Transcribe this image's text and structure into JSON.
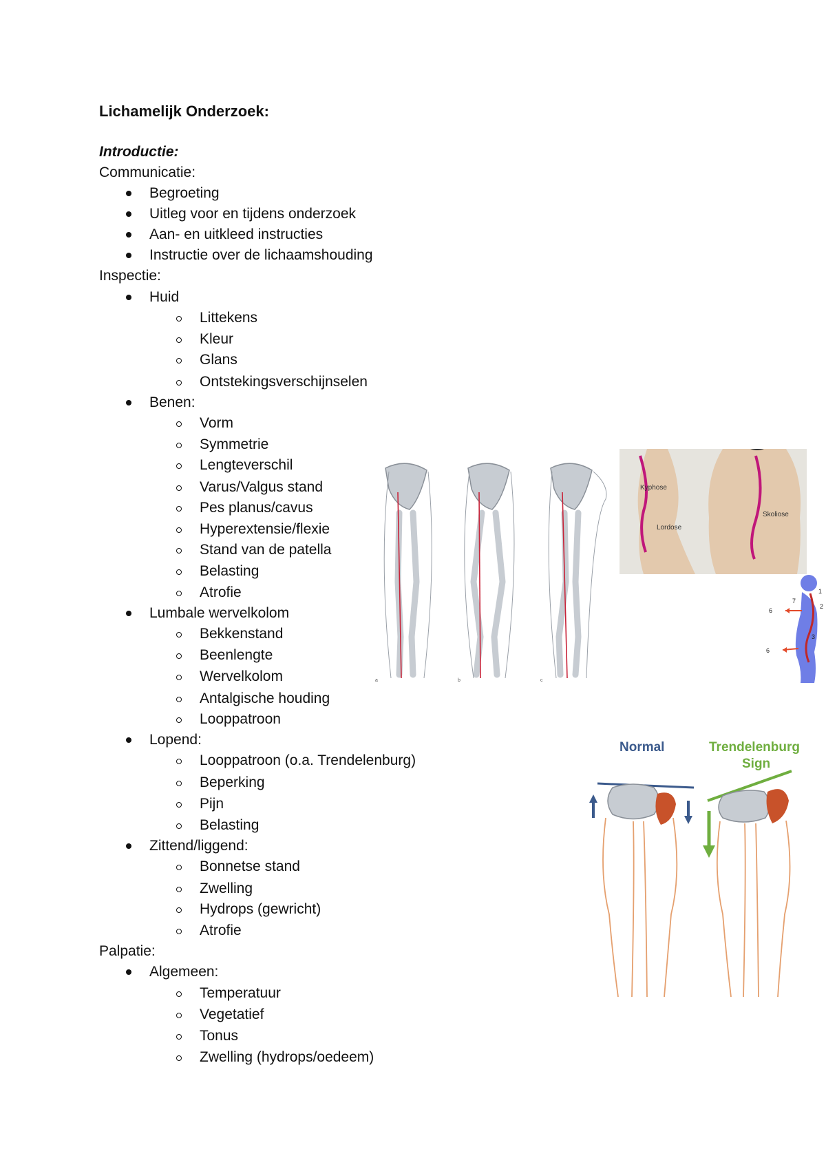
{
  "title": "Lichamelijk Onderzoek:",
  "intro_heading": "Introductie:",
  "communication": {
    "label": "Communicatie:",
    "items": [
      "Begroeting",
      "Uitleg voor en tijdens onderzoek",
      "Aan- en uitkleed instructies",
      "Instructie over de lichaamshouding"
    ]
  },
  "inspection": {
    "label": "Inspectie:",
    "huid": {
      "label": "Huid",
      "items": [
        "Littekens",
        "Kleur",
        "Glans",
        "Ontstekingsverschijnselen"
      ]
    },
    "benen": {
      "label": "Benen:",
      "items": [
        "Vorm",
        "Symmetrie",
        "Lengteverschil",
        "Varus/Valgus stand",
        "Pes planus/cavus",
        "Hyperextensie/flexie",
        "Stand van de patella",
        "Belasting",
        "Atrofie"
      ]
    },
    "lumbaal": {
      "label": "Lumbale wervelkolom",
      "items": [
        "Bekkenstand",
        "Beenlengte",
        "Wervelkolom",
        "Antalgische houding",
        "Looppatroon"
      ]
    },
    "lopend": {
      "label": "Lopend:",
      "items": [
        "Looppatroon (o.a. Trendelenburg)",
        "Beperking",
        "Pijn",
        "Belasting"
      ]
    },
    "zittend": {
      "label": "Zittend/liggend:",
      "items": [
        "Bonnetse stand",
        "Zwelling",
        "Hydrops (gewricht)",
        "Atrofie"
      ]
    }
  },
  "palpation": {
    "label": "Palpatie:",
    "algemeen": {
      "label": "Algemeen:",
      "items": [
        "Temperatuur",
        "Vegetatief",
        "Tonus",
        "Zwelling (hydrops/oedeem)"
      ]
    }
  },
  "figures": {
    "legs": {
      "labels": [
        "a",
        "b",
        "c"
      ]
    },
    "spine": {
      "labels": [
        "Kyphose",
        "Lordose",
        "Skoliose"
      ]
    },
    "posture": {
      "labels": [
        "1",
        "2",
        "3",
        "6",
        "6",
        "7"
      ]
    },
    "trendelenburg": {
      "normal": "Normal",
      "sign_line1": "Trendelenburg",
      "sign_line2": "Sign"
    }
  },
  "colors": {
    "text": "#111111",
    "normal_blue": "#3b5a8c",
    "sign_green": "#6fae3f",
    "bone": "#c7ccd2",
    "muscle": "#c8522a",
    "spine_magenta": "#c0177a"
  }
}
